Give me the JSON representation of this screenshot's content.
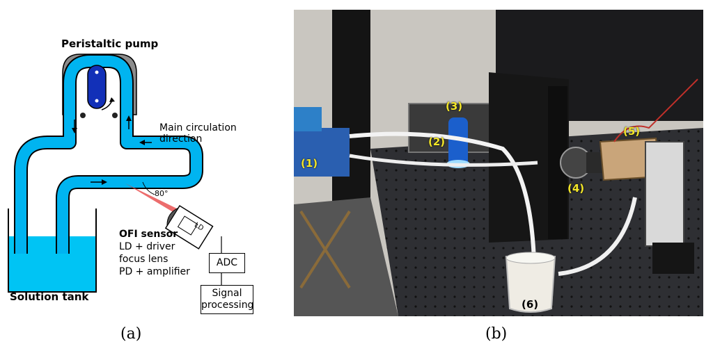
{
  "panel_a": {
    "pump_label": "Peristaltic pump",
    "direction_line1": "Main circulation",
    "direction_line2": "direction",
    "angle_label": "80°",
    "ld_label": "LD",
    "sensor_title": "OFI sensor",
    "sensor_line1": "LD + driver",
    "sensor_line2": "focus lens",
    "sensor_line3": "PD + amplifier",
    "adc_label": "ADC",
    "signal_line1": "Signal",
    "signal_line2": "processing",
    "tank_label": "Solution tank",
    "caption": "(a)"
  },
  "panel_b": {
    "labels": [
      "(1)",
      "(2)",
      "(3)",
      "(4)",
      "(5)",
      "(6)"
    ],
    "caption": "(b)"
  },
  "colors": {
    "tube": "#00b4f0",
    "liquid": "#00c4f4",
    "pump_body": "#8c8c8c",
    "rotor": "#1230b8",
    "laser": "#e63c3c",
    "photo_label": "#f3e628"
  }
}
